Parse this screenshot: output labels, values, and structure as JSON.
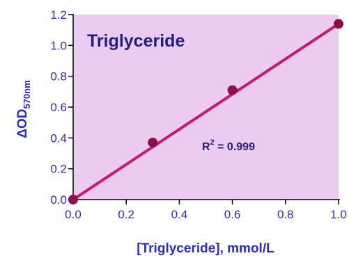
{
  "chart_data": {
    "type": "line",
    "title": "Triglyceride",
    "xlabel": "[Triglyceride], mmol/L",
    "ylabel": {
      "prefix": "ΔOD",
      "subscript": "570nm"
    },
    "xlim": [
      0,
      1.0
    ],
    "ylim": [
      0,
      1.2
    ],
    "xticks": [
      "0.0",
      "0.2",
      "0.4",
      "0.6",
      "0.8",
      "1.0"
    ],
    "yticks": [
      "0.0",
      "0.2",
      "0.4",
      "0.6",
      "0.8",
      "1.0",
      "1.2"
    ],
    "series": [
      {
        "x": [
          0.0,
          0.3,
          0.6,
          1.0
        ],
        "y": [
          0.0,
          0.37,
          0.71,
          1.14
        ]
      }
    ],
    "fit_line": {
      "x": [
        0.0,
        1.0
      ],
      "y": [
        0.0,
        1.14
      ]
    },
    "annotation": {
      "base": "R",
      "sup": "2",
      "text": " = 0.999"
    },
    "grid": false,
    "colors": {
      "plot_background": "#eccbf1",
      "line": "#c8196c",
      "marker": "#8c1045",
      "axis_text": "#2a2ad0",
      "title_text": "#1f1f80"
    }
  }
}
